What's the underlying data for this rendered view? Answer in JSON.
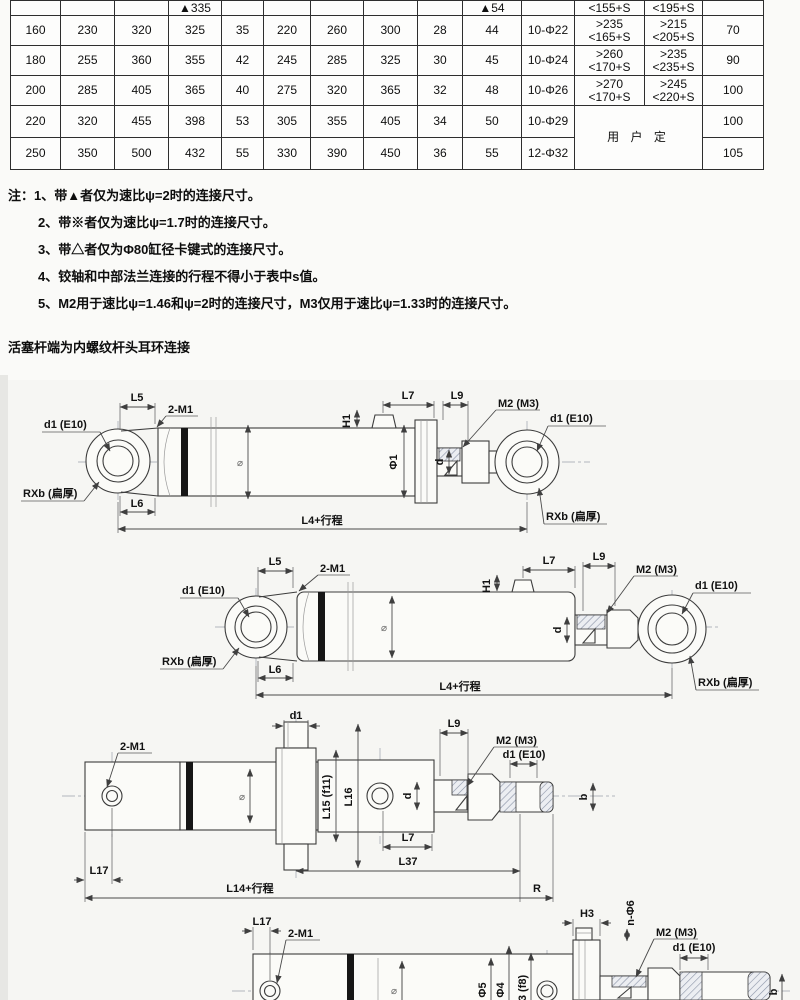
{
  "table": {
    "rows": [
      {
        "cls": "partial",
        "c": [
          "",
          "",
          "",
          "▲335",
          "",
          "",
          "",
          "",
          "",
          "▲54",
          "",
          "<155+S",
          "<195+S",
          ""
        ]
      },
      {
        "cls": "row-a",
        "c": [
          "160",
          "230",
          "320",
          "325",
          "35",
          "220",
          "260",
          "300",
          "28",
          "44",
          "10-Φ22",
          {
            "text": ">235\n<165+S",
            "cls": "sm"
          },
          {
            "text": ">215\n<205+S",
            "cls": "sm"
          },
          "70"
        ]
      },
      {
        "cls": "row-a",
        "c": [
          "180",
          "255",
          "360",
          "355",
          "42",
          "245",
          "285",
          "325",
          "30",
          "45",
          "10-Φ24",
          {
            "text": ">260\n<170+S",
            "cls": "sm"
          },
          {
            "text": ">235\n<235+S",
            "cls": "sm"
          },
          "90"
        ]
      },
      {
        "cls": "row-a",
        "c": [
          "200",
          "285",
          "405",
          "365",
          "40",
          "275",
          "320",
          "365",
          "32",
          "48",
          "10-Φ26",
          {
            "text": ">270\n<170+S",
            "cls": "sm"
          },
          {
            "text": ">245\n<220+S",
            "cls": "sm"
          },
          "100"
        ]
      },
      {
        "cls": "row-b",
        "c": [
          "220",
          "320",
          "455",
          "398",
          "53",
          "305",
          "355",
          "405",
          "34",
          "50",
          "10-Φ29",
          {
            "text": "用 户 定",
            "cls": "ud",
            "colspan": 2,
            "rowspan": 2
          },
          "100"
        ]
      },
      {
        "cls": "row-b",
        "c": [
          "250",
          "350",
          "500",
          "432",
          "55",
          "330",
          "390",
          "450",
          "36",
          "55",
          "12-Φ32",
          "105"
        ]
      }
    ]
  },
  "notes": {
    "prefix": "注：",
    "items": [
      "1、带▲者仅为速比ψ=2时的连接尺寸。",
      "2、带※者仅为速比ψ=1.7时的连接尺寸。",
      "3、带△者仅为Φ80缸径卡键式的连接尺寸。",
      "4、铰轴和中部法兰连接的行程不得小于表中s值。",
      "5、M2用于速比ψ=1.46和ψ=2时的连接尺寸，M3仅用于速比ψ=1.33时的连接尺寸。"
    ]
  },
  "section_title": "活塞杆端为内螺纹杆头耳环连接",
  "diagram1": {
    "labels": {
      "l5": "L5",
      "m1": "2-M1",
      "d1_left": "d1 (E10)",
      "rxb_left": "RXb (扁厚)",
      "l6": "L6",
      "l4": "L4+行程",
      "h1": "H1",
      "phi_mid": "⌀",
      "l7": "L7",
      "l9": "L9",
      "m2": "M2 (M3)",
      "phi1": "Φ1",
      "d": "d",
      "d1_right": "d1 (E10)",
      "rxb_right": "RXb (扁厚)"
    }
  },
  "diagram2": {
    "labels": {
      "l5": "L5",
      "m1": "2-M1",
      "d1_left": "d1 (E10)",
      "rxb_left": "RXb (扁厚)",
      "l6": "L6",
      "l4": "L4+行程",
      "h1": "H1",
      "phi_mid": "⌀",
      "l7": "L7",
      "l9": "L9",
      "m2": "M2 (M3)",
      "d": "d",
      "d1_right": "d1 (E10)",
      "rxb_right": "RXb (扁厚)"
    }
  },
  "diagram3": {
    "labels": {
      "m1": "2-M1",
      "d1_top": "d1",
      "phi_mid": "⌀",
      "l15": "L15 (f11)",
      "l16": "L16",
      "d": "d",
      "l9": "L9",
      "m2": "M2 (M3)",
      "d1": "d1 (E10)",
      "b": "b",
      "l17": "L17",
      "l7": "L7",
      "l37": "L37",
      "l14": "L14+行程",
      "r": "R"
    }
  },
  "diagram4": {
    "labels": {
      "l17": "L17",
      "m1": "2-M1",
      "phi_mid": "⌀",
      "phi5": "Φ5",
      "phi4": "Φ4",
      "phi3": "3 (f8)",
      "h3": "H3",
      "nphi6": "n-Φ6",
      "m2": "M2 (M3)",
      "d1": "d1 (E10)",
      "b": "b"
    }
  }
}
